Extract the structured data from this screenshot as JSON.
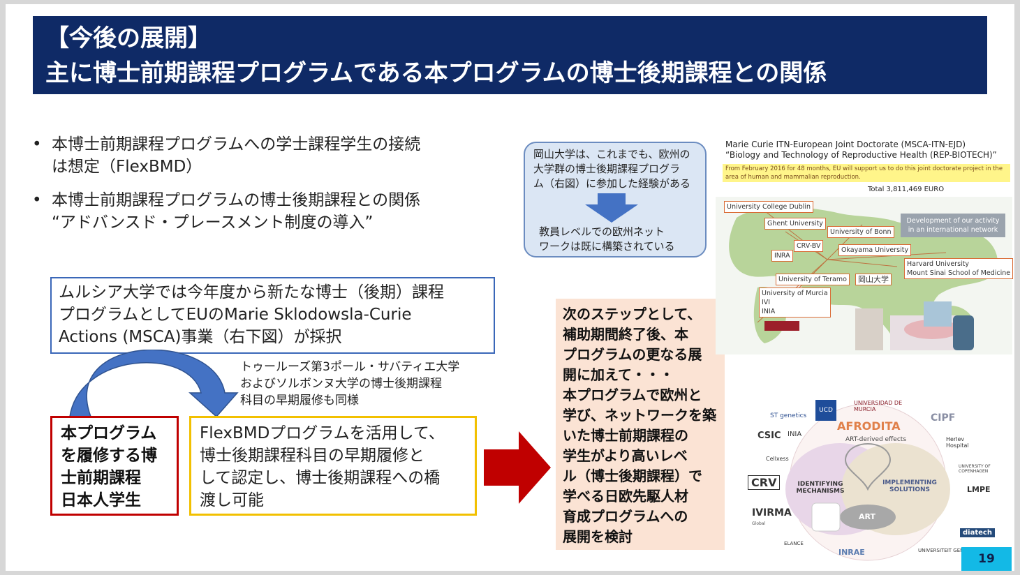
{
  "title": {
    "line1": "【今後の展開】",
    "line2": "主に博士前期課程プログラムである本プログラムの博士後期課程との関係"
  },
  "bullets": [
    {
      "line1": "本博士前期課程プログラムへの学士課程学生の接続",
      "line2": "は想定（FlexBMD）"
    },
    {
      "line1": "本博士前期課程プログラムの博士後期課程との関係",
      "line2": "“アドバンスド・プレースメント制度の導入”"
    }
  ],
  "blue_box": {
    "line1": "ムルシア大学では今年度から新たな博士（後期）課程",
    "line2": "プログラムとしてEUのMarie Sklodowsla-Curie",
    "line3": "Actions (MSCA)事業（右下図）が採択"
  },
  "note": {
    "line1": "トゥールーズ第3ポール・サバティエ大学",
    "line2": "およびソルボンヌ大学の博士後期課程",
    "line3": "科目の早期履修も同様"
  },
  "red_box": {
    "line1": "本プログラム",
    "line2": "を履修する博",
    "line3": "士前期課程",
    "line4": "日本人学生"
  },
  "yellow_box": {
    "line1": "FlexBMDプログラムを活用して、",
    "line2": "博士後期課程科目の早期履修と",
    "line3": "して認定し、博士後期課程への橋",
    "line4": "渡し可能"
  },
  "peach_box": {
    "lines": [
      "次のステップとして、",
      "補助期間終了後、本",
      "プログラムの更なる展",
      "開に加えて・・・",
      "本プログラムで欧州と",
      "学び、ネットワークを築",
      "いた博士前期課程の",
      "学生がより高いレベ",
      "ル（博士後期課程）で",
      "学べる日欧先駆人材",
      "育成プログラムへの",
      "展開を検討"
    ]
  },
  "rounded_box": {
    "line1": "岡山大学は、これまでも、欧州の",
    "line2": "大学群の博士後期課程プログラ",
    "line3": "ム（右図）に参加した経験がある",
    "line4": "教員レベルでの欧州ネット",
    "line5": "ワークは既に構築されている"
  },
  "map_panel": {
    "title1": "Marie Curie ITN-European Joint Doctorate (MSCA-ITN-EJD)",
    "title2": "“Biology and Technology of Reproductive Health (REP-BIOTECH)”",
    "yellow1": "From February 2016 for 48 months, EU will support us to do this joint doctorate project in the",
    "yellow2": "area of human and mammalian reproduction.",
    "total": "Total 3,811,469 EURO",
    "dev1": "Development of our activity",
    "dev2": "in an international network",
    "labels": {
      "ucd": "University College Dublin",
      "ghent": "Ghent University",
      "bonn": "University of Bonn",
      "crv": "CRV-BV",
      "inra": "INRA",
      "okayama": "Okayama University",
      "harvard1": "Harvard University",
      "harvard2": "Mount Sinai School of Medicine",
      "teramo": "University of Teramo",
      "murcia1": "University of Murcia",
      "murcia2": "IVI",
      "murcia3": "INIA",
      "okayama_jp": "岡山大学"
    }
  },
  "afrodita": {
    "logo": "AFRODITA",
    "sub": "ART-derived effects",
    "left": "IDENTIFYING MECHANISMS",
    "right": "IMPLEMENTING SOLUTIONS",
    "center": "ART",
    "partners": {
      "st": "ST genetics",
      "ucd": "UCD",
      "murcia": "UNIVERSIDAD DE MURCIA",
      "cipf": "CIPF",
      "csic": "CSIC",
      "inia": "INIA",
      "herlev": "Herlev Hospital",
      "cellxess": "Cellxess",
      "copenhagen": "UNIVERSITY OF COPENHAGEN",
      "crv": "CRV",
      "lmpe": "LMPE",
      "ivirma": "IVIRMA",
      "ivirma_sub": "Global",
      "diatech": "diatech",
      "inrae": "INRAE",
      "elance": "ELANCE",
      "gent": "UNIVERSITEIT GENT"
    }
  },
  "page_number": "19",
  "colors": {
    "title_bg": "#0f2a66",
    "blue_border": "#3a67b8",
    "red_border": "#c00000",
    "yellow_border": "#f2c000",
    "peach_bg": "#fbe3d4",
    "arrow_red": "#c00000",
    "arrow_blue": "#4472c4",
    "page_badge": "#13b9e6"
  }
}
